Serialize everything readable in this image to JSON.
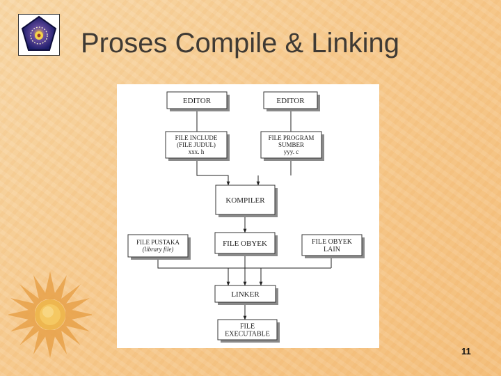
{
  "slide": {
    "title": "Proses Compile & Linking",
    "page_number": "11"
  },
  "diagram": {
    "nodes": {
      "editor_left": [
        "EDITOR"
      ],
      "editor_right": [
        "EDITOR"
      ],
      "file_include": [
        "FILE INCLUDE",
        "(FILE JUDUL)",
        "xxx. h"
      ],
      "file_program": [
        "FILE PROGRAM",
        "SUMBER",
        "yyy. c"
      ],
      "kompiler": [
        "KOMPILER"
      ],
      "file_pustaka": [
        "FILE PUSTAKA",
        "(library file)"
      ],
      "file_obyek": [
        "FILE OBYEK"
      ],
      "file_obyek_lain": [
        "FILE OBYEK",
        "LAIN"
      ],
      "linker": [
        "LINKER"
      ],
      "file_executable": [
        "FILE",
        "EXECUTABLE"
      ]
    }
  },
  "colors": {
    "text": "#3f3a34",
    "box_border": "#333333",
    "box_shadow": "#8a8a8a",
    "background": "#f6c98d"
  }
}
